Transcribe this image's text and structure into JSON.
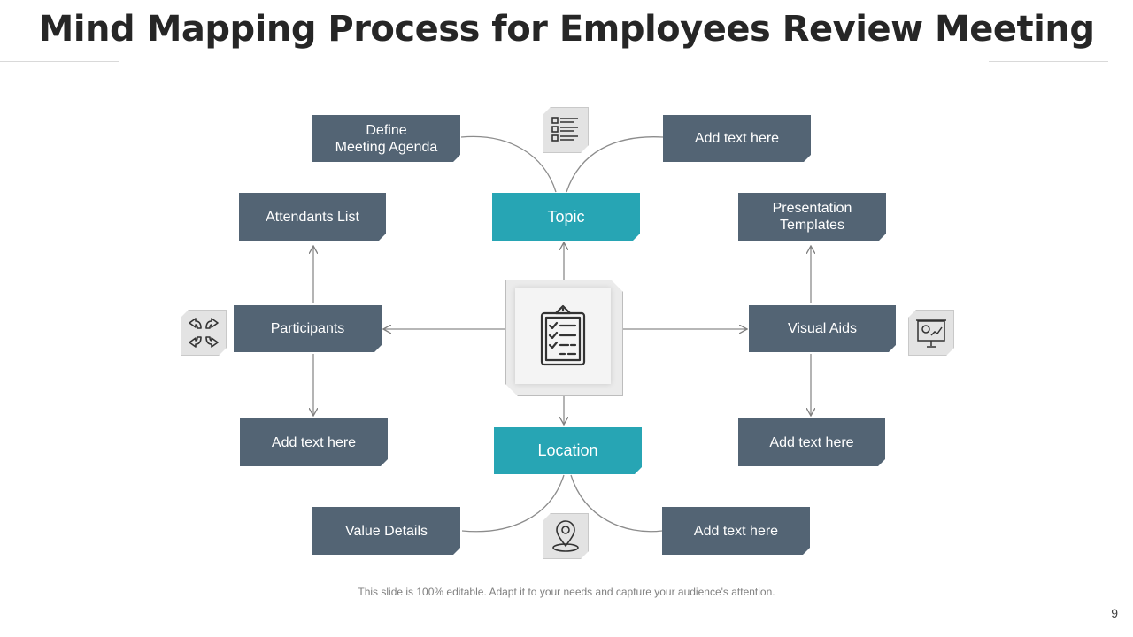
{
  "title": "Mind Mapping Process for Employees Review Meeting",
  "nodes": {
    "define_agenda": "Define\nMeeting Agenda",
    "add_text_top": "Add text here",
    "topic": "Topic",
    "attendants_list": "Attendants  List",
    "presentation_templates": "Presentation\nTemplates",
    "participants": "Participants",
    "visual_aids": "Visual Aids",
    "add_text_left": "Add text here",
    "location": "Location",
    "add_text_right": "Add text here",
    "value_details": "Value Details",
    "add_text_bottom": "Add text here"
  },
  "icons": {
    "center": "checklist-alert-icon",
    "top": "document-list-icon",
    "left": "arrows-inward-icon",
    "right": "presentation-board-icon",
    "bottom": "map-pin-icon"
  },
  "colors": {
    "dark_box": "#536474",
    "teal_box": "#27a5b4",
    "title": "#262626"
  },
  "footnote": "This slide is 100% editable. Adapt it to your needs and capture your audience's attention.",
  "page_number": "9"
}
